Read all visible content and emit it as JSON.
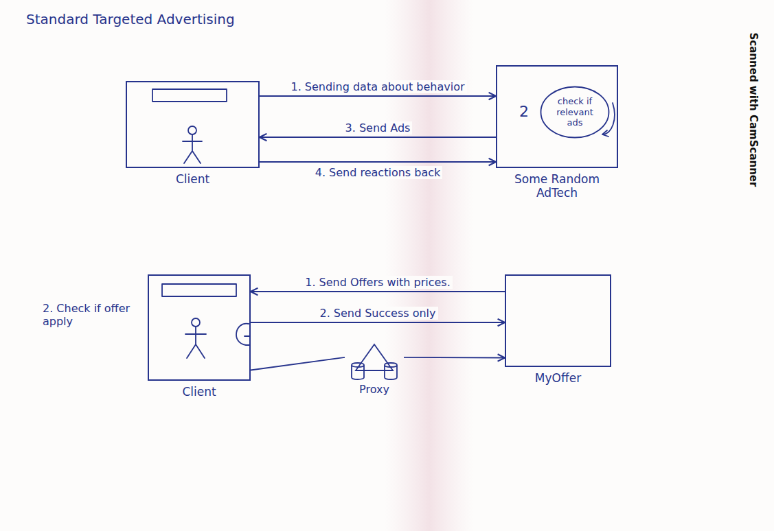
{
  "diagram": {
    "title": "Standard Targeted Advertising",
    "nodes": [
      {
        "text": [
          "Client"
        ]
      },
      {
        "text": [
          "Some Random AdTech"
        ]
      },
      {
        "text": [
          "check if relevant ads"
        ],
        "in": 1
      },
      {
        "text": [
          "Client"
        ]
      },
      {
        "text": [
          "MyOffer"
        ]
      },
      {
        "text": [
          "Proxy"
        ]
      }
    ],
    "edges": [
      {
        "from": 0,
        "to": 1,
        "label": "1. Sending data about behavior",
        "arrow": "to"
      },
      {
        "from": 1,
        "to": 0,
        "label": "3. Send Ads",
        "arrow": "to"
      },
      {
        "from": 0,
        "to": 1,
        "label": "4. Send reactions back",
        "arrow": "to"
      },
      {
        "from": 4,
        "to": 3,
        "label": "1. Send Offers with prices.",
        "arrow": "to"
      },
      {
        "from": 3,
        "to": 4,
        "label": "2. Send Success only",
        "arrow": "to"
      },
      {
        "from": 3,
        "to": 5,
        "arrow": "none"
      },
      {
        "from": 5,
        "to": 4,
        "arrow": "to"
      }
    ],
    "labels": [
      "2",
      "2. Check if offer apply",
      "Scanned with CamScanner"
    ]
  }
}
